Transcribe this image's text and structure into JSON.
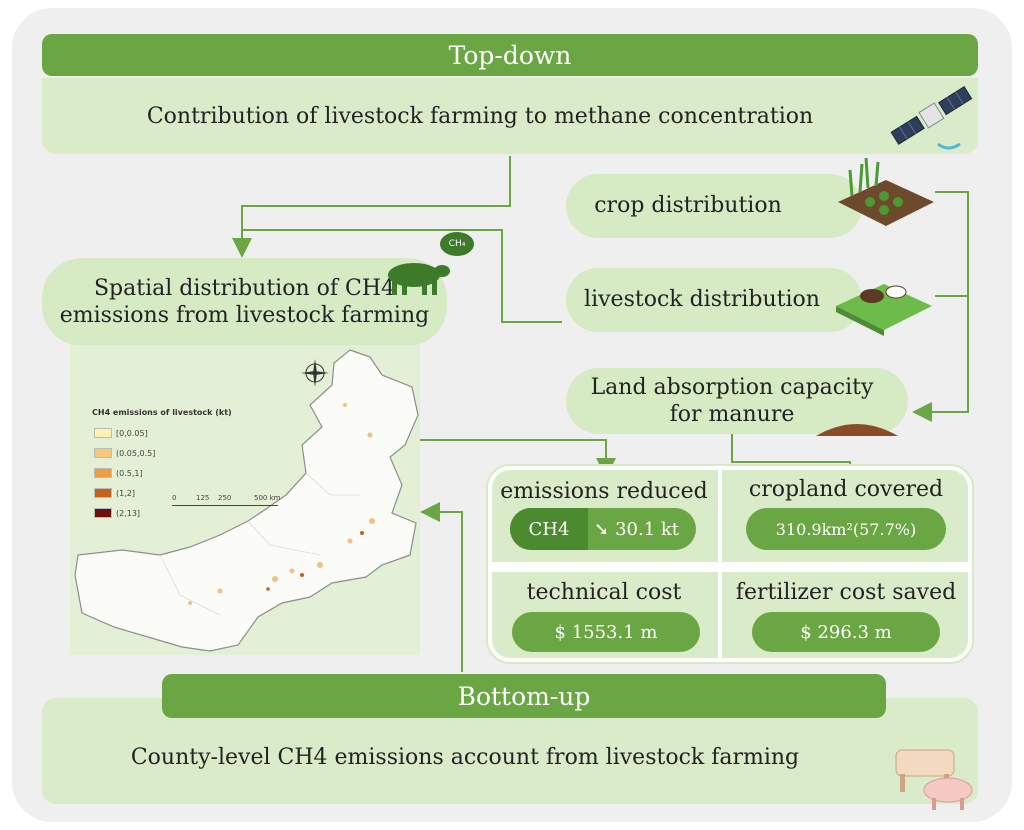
{
  "top_down": {
    "header": "Top-down",
    "text": "Contribution of livestock farming to methane concentration"
  },
  "spatial": {
    "line1": "Spatial distribution of CH4",
    "line2": "emissions from livestock farming",
    "ch4_bubble": "CH₄"
  },
  "inputs": {
    "crop": "crop distribution",
    "livestock": "livestock distribution",
    "land_line1": "Land absorption capacity",
    "land_line2": "for manure"
  },
  "map": {
    "legend_title": "CH4 emissions of livestock (kt)",
    "legend_items": [
      {
        "label": "[0,0.05]",
        "color": "#fdf2b3"
      },
      {
        "label": "(0.05,0.5]",
        "color": "#f7c97a"
      },
      {
        "label": "(0.5,1]",
        "color": "#ef9d45"
      },
      {
        "label": "(1,2]",
        "color": "#c4621c"
      },
      {
        "label": "(2,13]",
        "color": "#6b0f0f"
      }
    ],
    "scale_labels": [
      "0",
      "125",
      "250",
      "500 km"
    ]
  },
  "results": {
    "emissions_reduced": {
      "title": "emissions reduced",
      "gas": "CH4",
      "value": "30.1 kt"
    },
    "cropland_covered": {
      "title": "cropland covered",
      "value": "310.9km²(57.7%)"
    },
    "technical_cost": {
      "title": "technical cost",
      "value": "$ 1553.1 m"
    },
    "fertilizer_cost_saved": {
      "title": "fertilizer cost saved",
      "value": "$ 296.3 m"
    }
  },
  "bottom_up": {
    "header": "Bottom-up",
    "text": "County-level CH4 emissions account from livestock farming"
  },
  "colors": {
    "accent_green": "#6aa744",
    "light_green": "#d9ebc8",
    "panel_gray": "#efefef",
    "arrow_green": "#6aa744"
  }
}
